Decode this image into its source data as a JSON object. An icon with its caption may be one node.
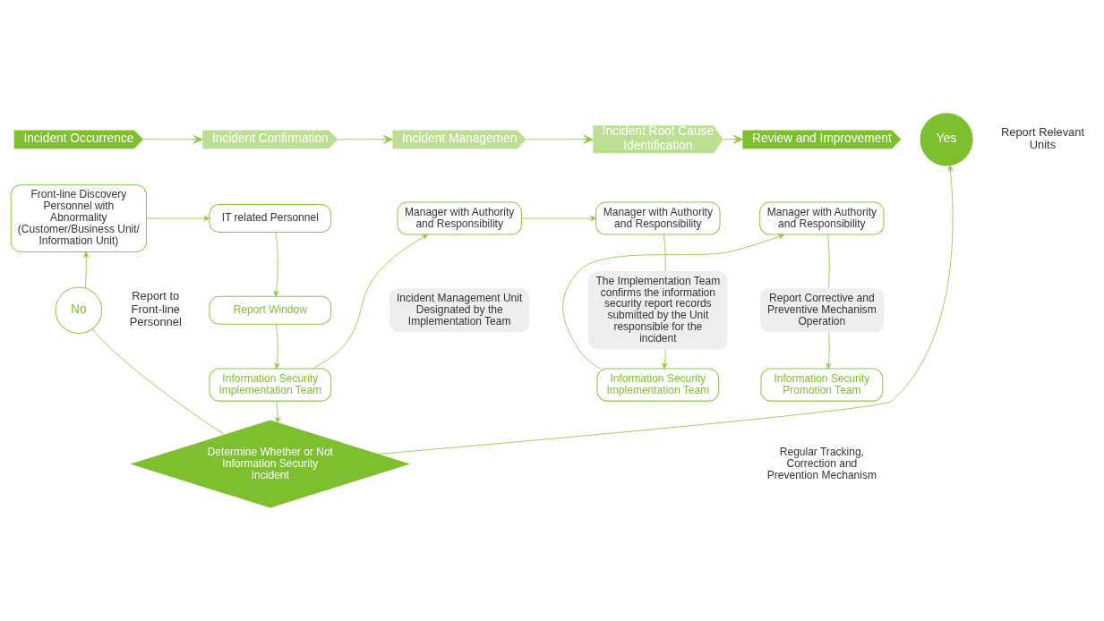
{
  "diagram": {
    "nodes": [
      {
        "text": [
          "Incident Occurrence"
        ]
      },
      {
        "text": [
          "Incident Confirmation"
        ]
      },
      {
        "text": [
          "Incident Managemen"
        ]
      },
      {
        "text": [
          "Incident Root Cause Identification"
        ]
      },
      {
        "text": [
          "Review and Improvement"
        ]
      },
      {
        "text": [
          "Front-line Discovery Personnel with Abnormality",
          "(Customer/Business Unit/ Information Unit)"
        ]
      },
      {
        "text": [
          "IT related Personnel"
        ]
      },
      {
        "text": [
          "Report Window"
        ]
      },
      {
        "text": [
          "Information Security Implementation Team"
        ]
      },
      {
        "text": [
          "Determine Whether or Not Information Security Incident"
        ]
      },
      {
        "text": [
          "Yes"
        ],
        "beside": [
          "Report Relevant Units"
        ]
      },
      {
        "text": [
          "No"
        ],
        "beside": [
          "Report to Front-line Personnel"
        ]
      },
      {
        "text": [
          "Manager with Authority and Responsibility"
        ]
      },
      {
        "text": [
          "Incident Management Unit Designated by the Implementation Team"
        ]
      },
      {
        "text": [
          "Manager with Authority and Responsibility"
        ]
      },
      {
        "text": [
          "The Implementation Team confirms the information security report records submitted by the Unit responsible for the incident"
        ]
      },
      {
        "text": [
          "Information Security Implementation Team"
        ]
      },
      {
        "text": [
          "Manager with Authority and Responsibility"
        ]
      },
      {
        "text": [
          "Report Corrective and Preventive Mechanism Operation"
        ]
      },
      {
        "text": [
          "Information Security Promotion Team"
        ]
      }
    ],
    "edges": [
      {
        "from": 0,
        "to": 1,
        "arrow": "to"
      },
      {
        "from": 1,
        "to": 2,
        "arrow": "to"
      },
      {
        "from": 2,
        "to": 3,
        "arrow": "to"
      },
      {
        "from": 3,
        "to": 4,
        "arrow": "to"
      },
      {
        "from": 5,
        "to": 6,
        "arrow": "to"
      },
      {
        "from": 6,
        "to": 7,
        "arrow": "to"
      },
      {
        "from": 7,
        "to": 8,
        "arrow": "to"
      },
      {
        "from": 8,
        "to": 12,
        "arrow": "to"
      },
      {
        "from": 12,
        "to": 14,
        "arrow": "to"
      },
      {
        "from": 14,
        "to": 15,
        "arrow": "none"
      },
      {
        "from": 15,
        "to": 16,
        "arrow": "to"
      },
      {
        "from": 16,
        "to": 17,
        "arrow": "to"
      },
      {
        "from": 17,
        "to": 18,
        "arrow": "none"
      },
      {
        "from": 18,
        "to": 19,
        "arrow": "to"
      },
      {
        "from": 8,
        "to": 9,
        "arrow": "to"
      },
      {
        "from": 9,
        "to": 10,
        "arrow": "to"
      },
      {
        "from": 9,
        "to": 11,
        "arrow": "none"
      },
      {
        "from": 11,
        "to": 5,
        "arrow": "to"
      }
    ],
    "labels": [
      "Regular Tracking, Correction and Prevention Mechanism"
    ]
  }
}
